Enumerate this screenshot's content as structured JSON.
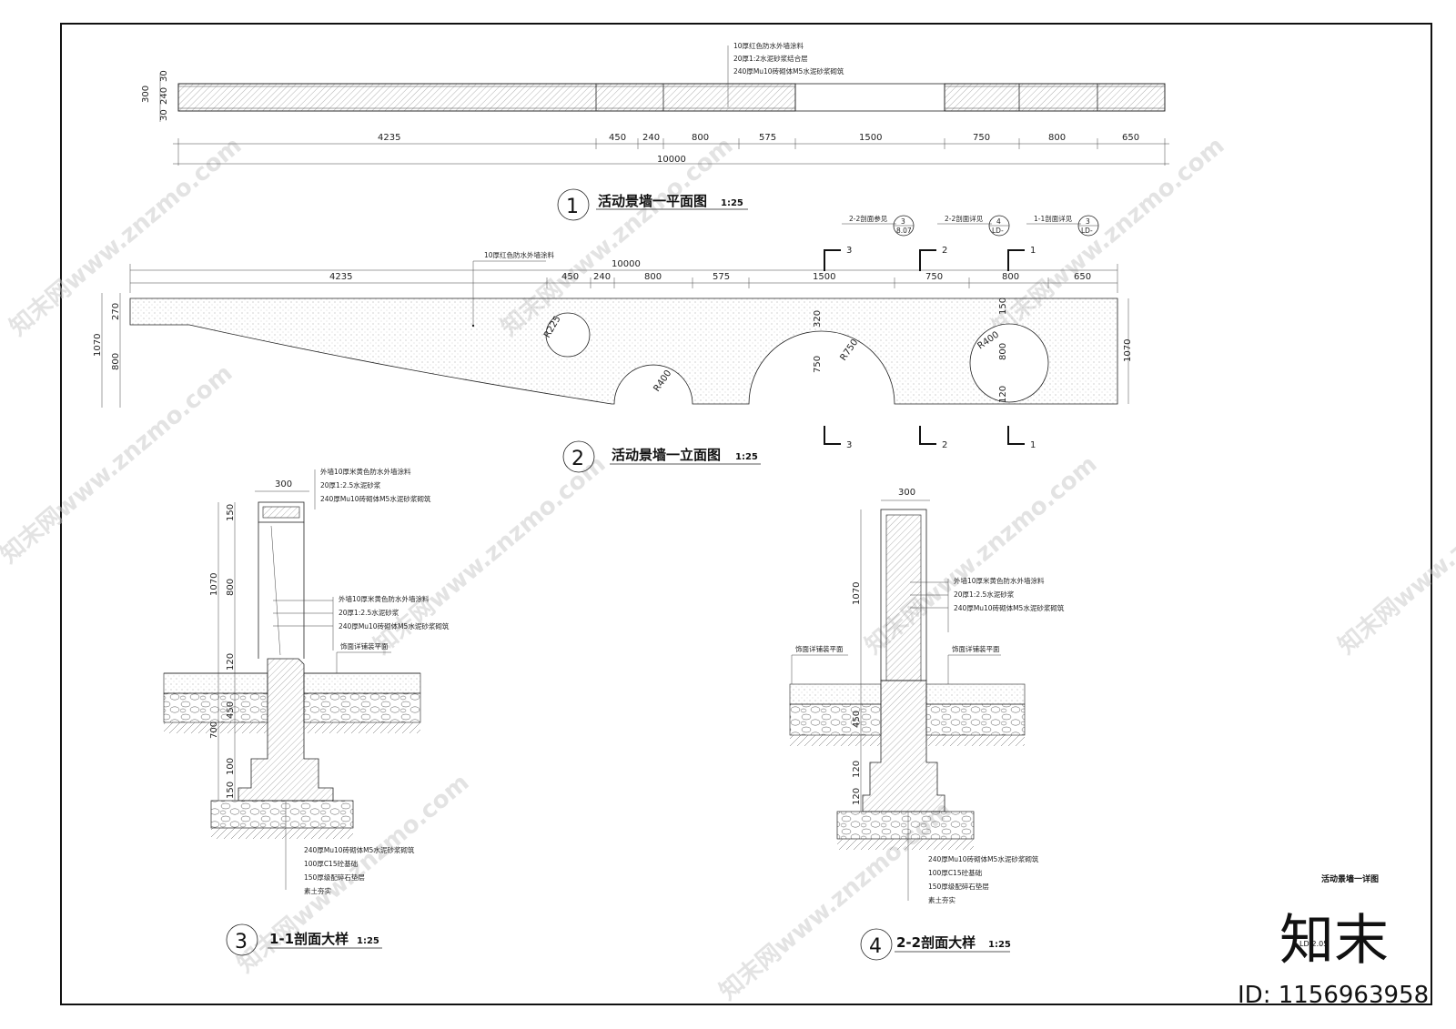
{
  "plan": {
    "callout": [
      "10厚红色防水外墙涂料",
      "20厚1:2水泥砂浆结合层",
      "240厚Mu10砖砌体M5水泥砂浆砌筑"
    ],
    "side_dims": [
      "30",
      "240",
      "30",
      "300"
    ],
    "dims": [
      "4235",
      "450",
      "240",
      "800",
      "575",
      "1500",
      "750",
      "800",
      "650"
    ],
    "total": "10000",
    "num": "1",
    "title": "活动景墙一平面图",
    "scale": "1:25"
  },
  "elevation": {
    "callout": "10厚红色防水外墙涂料",
    "total": "10000",
    "dims": [
      "4235",
      "450",
      "240",
      "800",
      "575",
      "1500",
      "750",
      "800",
      "650"
    ],
    "left_dims": [
      "270",
      "1070",
      "800"
    ],
    "right_dim": "1070",
    "radii": [
      "R225",
      "R400",
      "R750",
      "R400"
    ],
    "vert_dims": [
      "320",
      "750",
      "150",
      "800",
      "120"
    ],
    "cuts": [
      {
        "label": "2-2剖面参见",
        "ref": "3",
        "sheet": "8.07",
        "mark": "3"
      },
      {
        "label": "2-2剖面详见",
        "ref": "4",
        "sheet": "LD-",
        "mark": "2"
      },
      {
        "label": "1-1剖面详见",
        "ref": "3",
        "sheet": "LD-",
        "mark": "1"
      }
    ],
    "num": "2",
    "title": "活动景墙一立面图",
    "scale": "1:25"
  },
  "section11": {
    "top_dim": "300",
    "left_dims": [
      "150",
      "1070",
      "800",
      "120",
      "450",
      "700",
      "100",
      "150"
    ],
    "callout_top": [
      "外墙10厚米黄色防水外墙涂料",
      "20厚1:2.5水泥砂浆",
      "240厚Mu10砖砌体M5水泥砂浆砌筑"
    ],
    "callout_mid": [
      "外墙10厚米黄色防水外墙涂料",
      "20厚1:2.5水泥砂浆",
      "240厚Mu10砖砌体M5水泥砂浆砌筑"
    ],
    "floor": "饰面详铺装平面",
    "callout_bottom": [
      "240厚Mu10砖砌体M5水泥砂浆砌筑",
      "100厚C15砼基础",
      "150厚级配碎石垫层",
      "素土夯实"
    ],
    "num": "3",
    "title": "1-1剖面大样",
    "scale": "1:25"
  },
  "section22": {
    "top_dim": "300",
    "left_dims": [
      "1070",
      "450",
      "120",
      "120"
    ],
    "callout_mid": [
      "外墙10厚米黄色防水外墙涂料",
      "20厚1:2.5水泥砂浆",
      "240厚Mu10砖砌体M5水泥砂浆砌筑"
    ],
    "floor_left": "饰面详铺装平面",
    "floor_right": "饰面详铺装平面",
    "callout_bottom": [
      "240厚Mu10砖砌体M5水泥砂浆砌筑",
      "100厚C15砼基础",
      "150厚级配碎石垫层",
      "素土夯实"
    ],
    "num": "4",
    "title": "2-2剖面大样",
    "scale": "1:25"
  },
  "sheet": {
    "name": "活动景墙一详图",
    "code": "LD-2.05",
    "brand": "知末",
    "id": "ID: 1156963958",
    "watermark": "知末网www.znzmo.com"
  }
}
